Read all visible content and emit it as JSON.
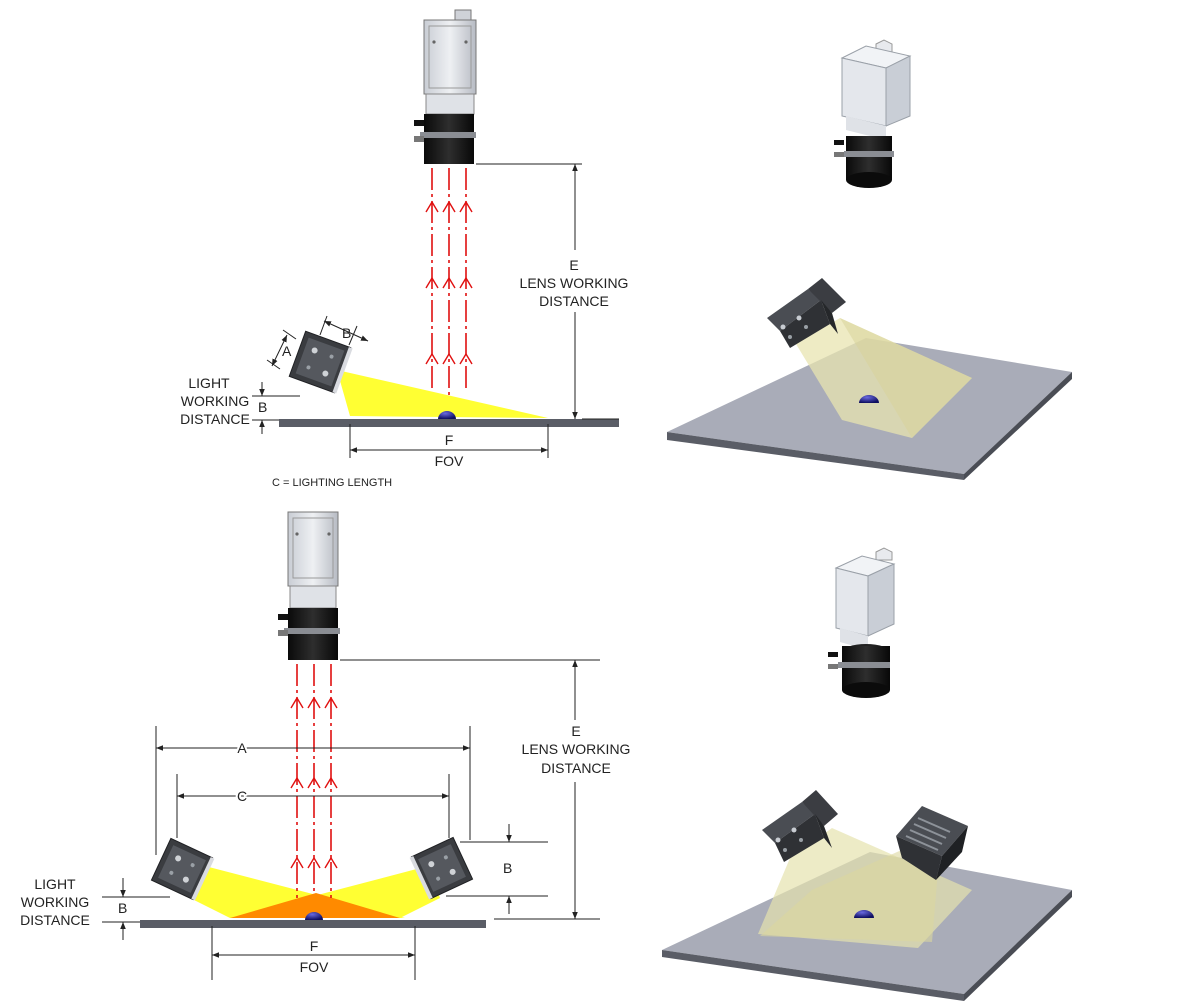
{
  "top": {
    "dim_a": "A",
    "dim_b_light": "B",
    "light_wd_lines": [
      "LIGHT",
      "WORKING",
      "DISTANCE"
    ],
    "light_wd_dim": "B",
    "fov_letter": "F",
    "fov_word": "FOV",
    "lens_wd_letter": "E",
    "lens_wd_lines": [
      "LENS WORKING",
      "DISTANCE"
    ]
  },
  "caption": "C = LIGHTING LENGTH",
  "bottom": {
    "dim_a": "A",
    "dim_c": "C",
    "dim_b_right": "B",
    "light_wd_lines": [
      "LIGHT",
      "WORKING",
      "DISTANCE"
    ],
    "light_wd_dim": "B",
    "fov_letter": "F",
    "fov_word": "FOV",
    "lens_wd_letter": "E",
    "lens_wd_lines": [
      "LENS WORKING",
      "DISTANCE"
    ]
  },
  "colors": {
    "beam": "#ffff33",
    "beam_overlap": "#ff8a00",
    "ray": "#e01010",
    "plate": "#5a5d66",
    "object": "#15157a"
  }
}
